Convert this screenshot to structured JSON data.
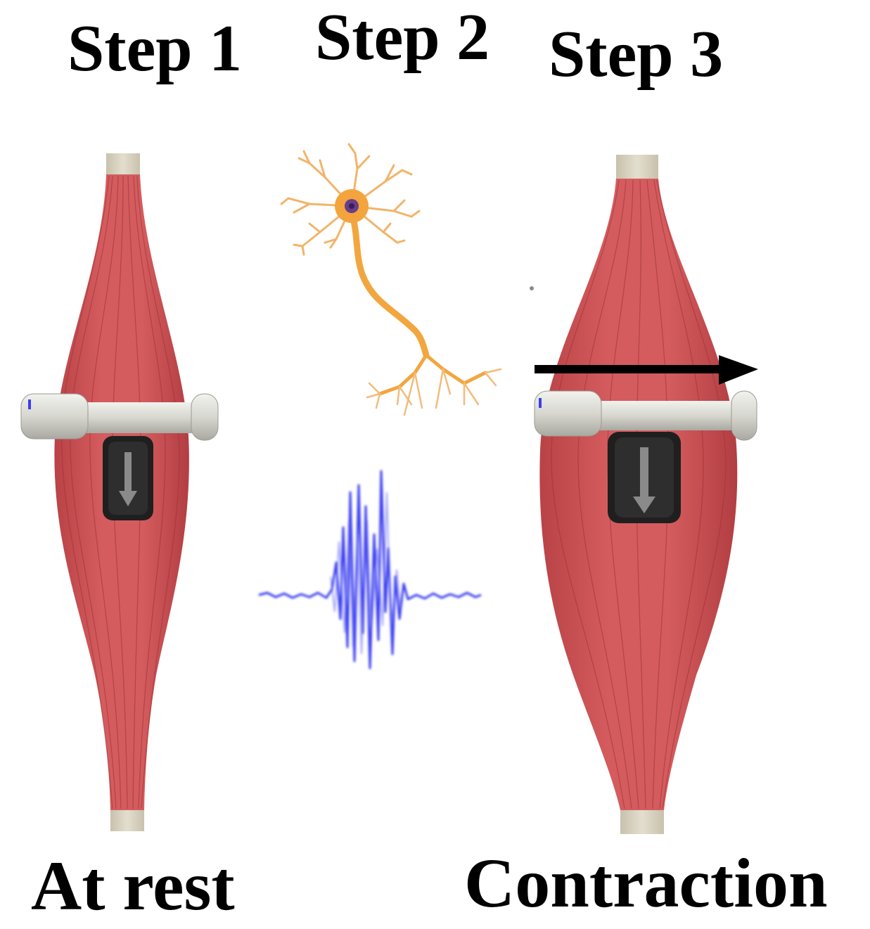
{
  "steps": [
    {
      "label": "Step 1"
    },
    {
      "label": "Step 2"
    },
    {
      "label": "Step 3"
    }
  ],
  "states": {
    "rest": "At rest",
    "contraction": "Contraction"
  },
  "colors": {
    "muscle": "#cd5355",
    "muscle_dark": "#b23e42",
    "tendon": "#d8d2bf",
    "neuron": "#f0a43a",
    "neuron_nucleus": "#6a3d8a",
    "signal": "#3a3ef0",
    "arrow": "#000000",
    "sensor": "#2a2a2a"
  },
  "icons": {
    "left_muscle": "muscle-at-rest-icon",
    "right_muscle": "muscle-contracted-icon",
    "neuron": "neuron-icon",
    "emg": "emg-signal-icon",
    "expansion_arrow": "right-arrow-icon"
  }
}
